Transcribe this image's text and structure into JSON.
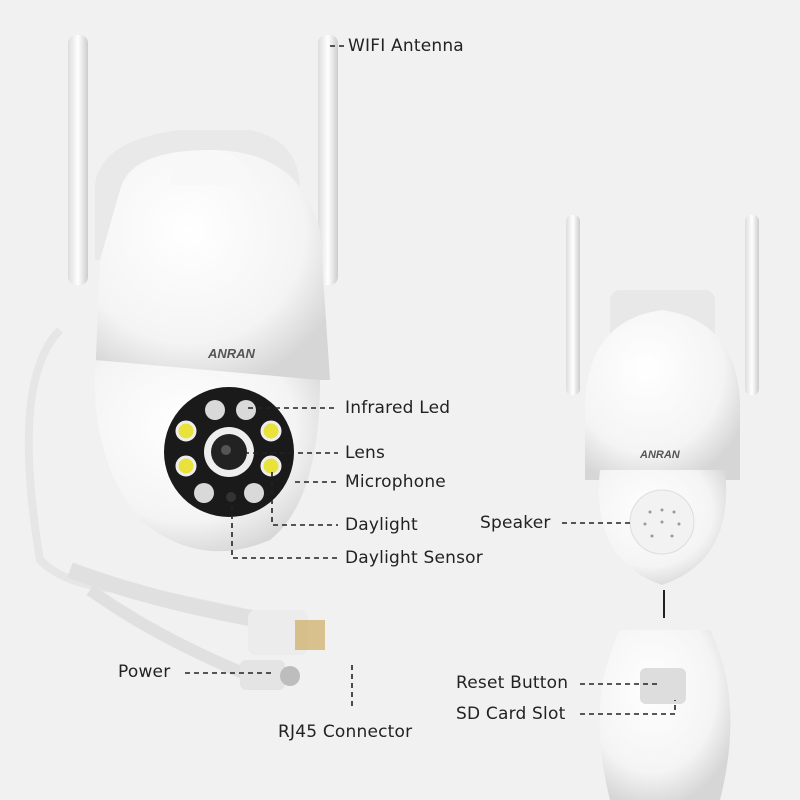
{
  "brand_logo": "ANRAN",
  "labels": {
    "wifi_antenna": "WIFI Antenna",
    "infrared_led": "Infrared Led",
    "lens": "Lens",
    "microphone": "Microphone",
    "daylight": "Daylight",
    "daylight_sensor": "Daylight Sensor",
    "power": "Power",
    "rj45": "RJ45 Connector",
    "speaker": "Speaker",
    "reset_button": "Reset Button",
    "sd_card_slot": "SD Card Slot"
  },
  "colors": {
    "background": "#f1f1f1",
    "body": "#fbfbfb",
    "lens_ring": "#1a1a1a",
    "daylight_led": "#e8e23a"
  }
}
